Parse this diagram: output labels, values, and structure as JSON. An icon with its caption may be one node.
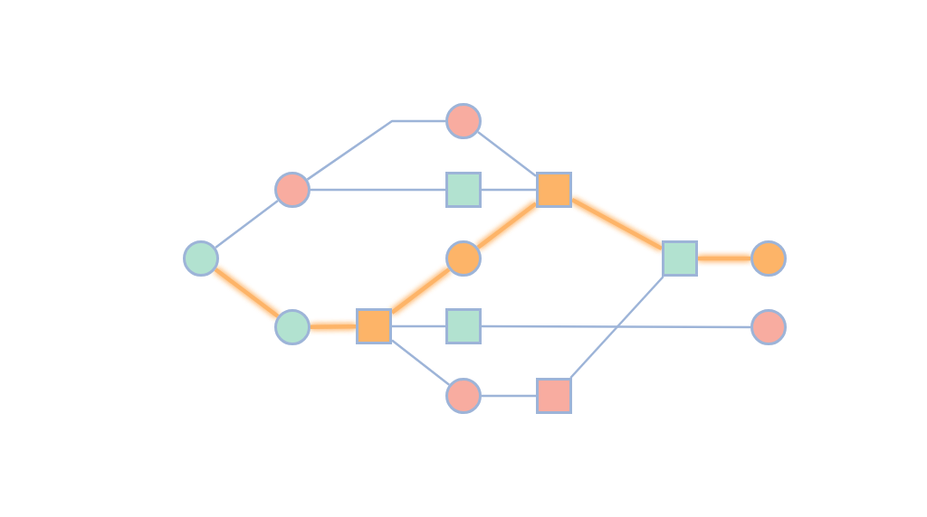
{
  "diagram": {
    "nodes": [
      {
        "text": [],
        "shape": "circle"
      },
      {
        "text": [],
        "shape": "circle"
      },
      {
        "text": [],
        "shape": "circle"
      },
      {
        "text": [],
        "shape": "box"
      },
      {
        "text": [],
        "shape": "circle"
      },
      {
        "text": [],
        "shape": "box"
      },
      {
        "text": [],
        "shape": "circle"
      },
      {
        "text": [],
        "shape": "box"
      },
      {
        "text": [],
        "shape": "circle"
      },
      {
        "text": [],
        "shape": "box"
      },
      {
        "text": [],
        "shape": "box"
      },
      {
        "text": [],
        "shape": "box"
      },
      {
        "text": [],
        "shape": "circle"
      },
      {
        "text": [],
        "shape": "circle"
      }
    ],
    "edges": [
      {
        "from": 0,
        "to": 1,
        "arrow": "none"
      },
      {
        "from": 0,
        "to": 2,
        "arrow": "none",
        "style": "thick",
        "color": "#fdb468"
      },
      {
        "from": 1,
        "to": 4,
        "arrow": "none"
      },
      {
        "from": 1,
        "to": 5,
        "arrow": "none"
      },
      {
        "from": 2,
        "to": 3,
        "arrow": "none",
        "style": "thick",
        "color": "#fdb468"
      },
      {
        "from": 3,
        "to": 6,
        "arrow": "none",
        "style": "thick",
        "color": "#fdb468"
      },
      {
        "from": 3,
        "to": 7,
        "arrow": "none"
      },
      {
        "from": 3,
        "to": 8,
        "arrow": "none"
      },
      {
        "from": 4,
        "to": 9,
        "arrow": "none"
      },
      {
        "from": 5,
        "to": 9,
        "arrow": "none"
      },
      {
        "from": 6,
        "to": 9,
        "arrow": "none",
        "style": "thick",
        "color": "#fdb468"
      },
      {
        "from": 7,
        "to": 13,
        "arrow": "none"
      },
      {
        "from": 8,
        "to": 10,
        "arrow": "none"
      },
      {
        "from": 9,
        "to": 11,
        "arrow": "none",
        "style": "thick",
        "color": "#fdb468"
      },
      {
        "from": 10,
        "to": 11,
        "arrow": "none"
      },
      {
        "from": 11,
        "to": 12,
        "arrow": "none",
        "style": "thick",
        "color": "#fdb468"
      }
    ]
  }
}
